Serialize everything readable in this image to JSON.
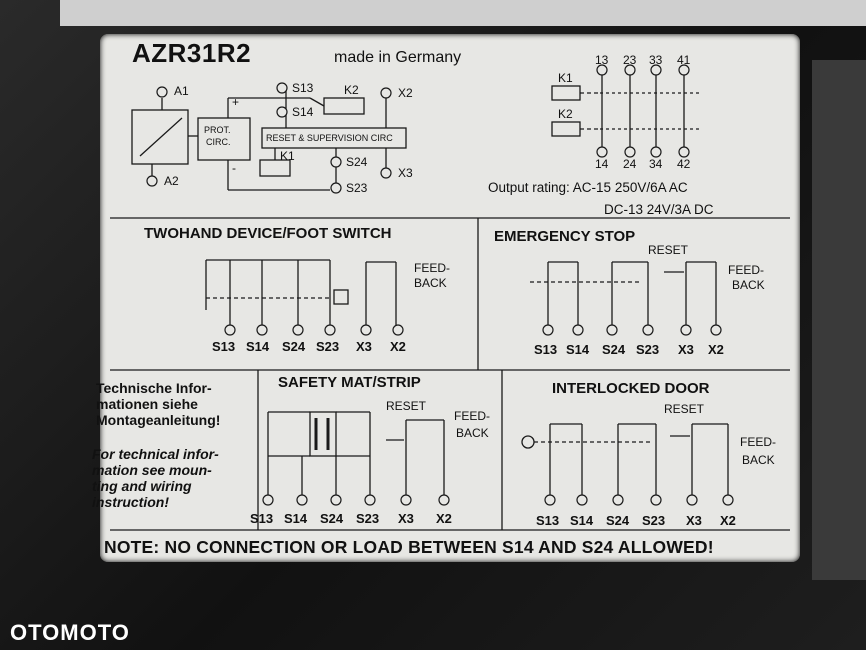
{
  "model": "AZR31R2",
  "origin": "made in Germany",
  "block": {
    "a1": "A1",
    "a2": "A2",
    "prot": "PROT.",
    "circ": "CIRC.",
    "s13": "S13",
    "s14": "S14",
    "k2": "K2",
    "x2": "X2",
    "reset_supervision": "RESET & SUPERVISION CIRC",
    "k1": "K1",
    "s24": "S24",
    "x3": "X3",
    "s23": "S23",
    "plus": "+",
    "minus": "-"
  },
  "contacts": {
    "top": [
      "13",
      "23",
      "33",
      "41"
    ],
    "bottom": [
      "14",
      "24",
      "34",
      "42"
    ],
    "k1": "K1",
    "k2": "K2"
  },
  "rating": {
    "line1": "Output rating: AC-15 250V/6A AC",
    "line2": "DC-13 24V/3A DC"
  },
  "sections": {
    "twohand": "TWOHAND DEVICE/FOOT SWITCH",
    "emergency": "EMERGENCY STOP",
    "safety_mat": "SAFETY MAT/STRIP",
    "interlocked": "INTERLOCKED DOOR"
  },
  "labels": {
    "reset": "RESET",
    "feed": "FEED-",
    "back": "BACK"
  },
  "terminals": [
    "S13",
    "S14",
    "S24",
    "S23",
    "X3",
    "X2"
  ],
  "info_de": "Technische Infor-\nmationen siehe\nMontageanleitung!",
  "info_en": "For technical infor-\nmation see moun-\nting and wiring\ninstruction!",
  "note": "NOTE: NO CONNECTION OR LOAD BETWEEN S14 AND S24 ALLOWED!",
  "watermark": "OTOMOTO"
}
